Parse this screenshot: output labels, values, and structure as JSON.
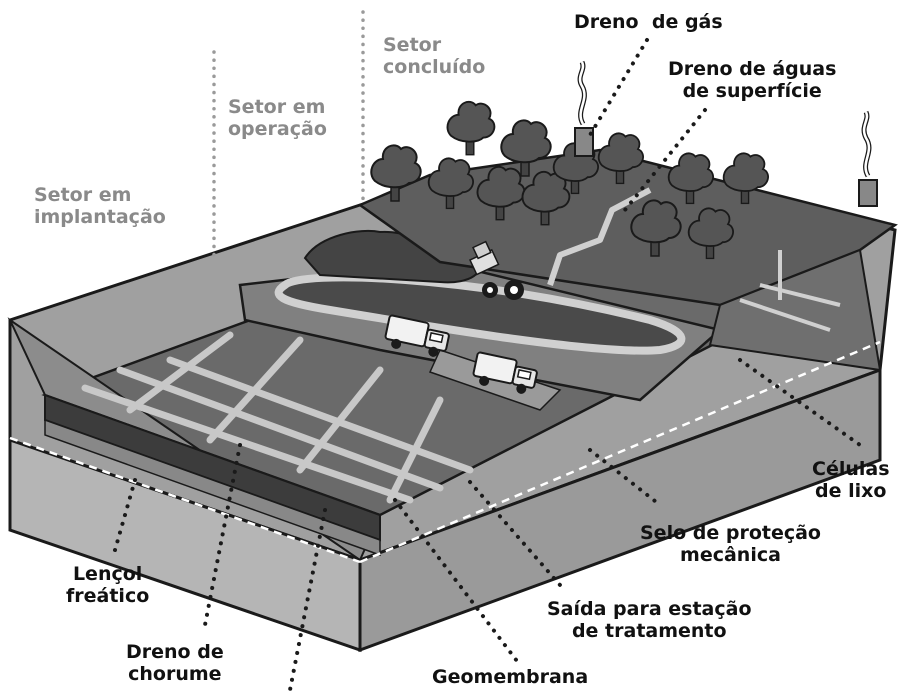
{
  "labels": {
    "setor_concluido": "Setor\nconcluído",
    "setor_operacao": "Setor em\noperação",
    "setor_implantacao": "Setor em\nimplantação",
    "dreno_gas": "Dreno  de gás",
    "dreno_aguas": "Dreno de águas\nde superfície",
    "celulas_lixo": "Células\nde lixo",
    "selo_protecao": "Selo de proteção\nmecânica",
    "saida_estacao": "Saída para estação\nde tratamento",
    "geomembrana": "Geomembrana",
    "lencol_freatico": "Lençol\nfreático",
    "dreno_chorume": "Dreno de\nchorume"
  },
  "colors": {
    "label_dark": "#111111",
    "label_gray": "#8a8a8a",
    "outline": "#1a1a1a",
    "ground_light": "#9d9d9d",
    "ground_mid": "#6a6a6a",
    "ground_dark": "#3c3c3c",
    "tree": "#555555"
  }
}
